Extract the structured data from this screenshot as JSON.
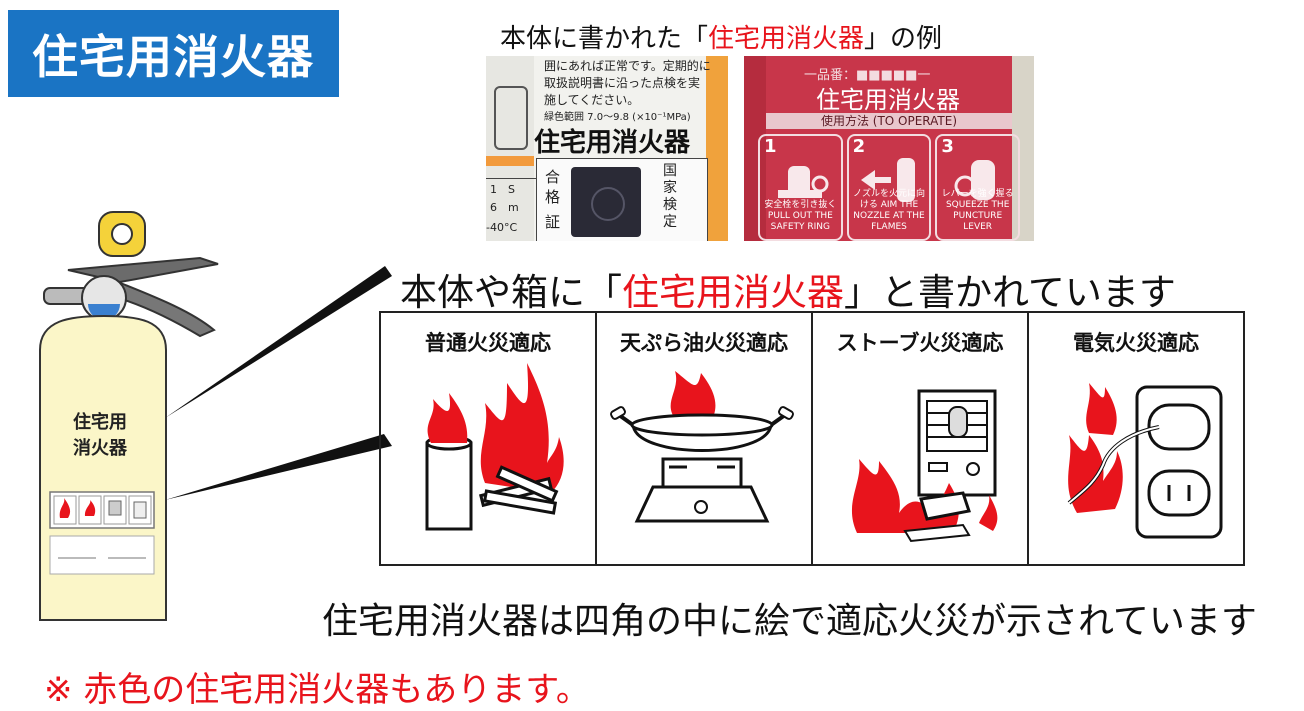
{
  "title": "住宅用消火器",
  "photo_caption": {
    "prefix": "本体に書かれた「",
    "highlight": "住宅用消火器",
    "suffix": "」の例"
  },
  "photo1": {
    "lines": [
      "囲にあれば正常です。定期的に",
      "取扱説明書に沿った点検を実",
      "施してください。",
      "緑色範囲 7.0～9.8 (×10⁻¹MPa)"
    ],
    "title": "住宅用消火器",
    "seal_chars": [
      "合",
      "格",
      "証"
    ],
    "kokka": "国家検定",
    "side_values": [
      "1　S",
      "6　m",
      "-40°C"
    ]
  },
  "photo2": {
    "model": "一品番：■■■■■一",
    "title": "住宅用消火器",
    "operate": "使用方法 (TO OPERATE)",
    "steps": [
      {
        "num": "1",
        "caption": "安全栓を引き抜く PULL OUT THE SAFETY RING"
      },
      {
        "num": "2",
        "caption": "ノズルを火元に向ける AIM THE NOZZLE AT THE FLAMES"
      },
      {
        "num": "3",
        "caption": "レバーを強く握る SQUEEZE THE PUNCTURE LEVER"
      }
    ]
  },
  "main_text": {
    "prefix": "本体や箱に「",
    "highlight": "住宅用消火器",
    "suffix": "」と書かれています"
  },
  "categories": [
    "普通火災適応",
    "天ぷら油火災適応",
    "ストーブ火災適応",
    "電気火災適応"
  ],
  "extinguisher_label": [
    "住宅用",
    "消火器"
  ],
  "bottom_text": "住宅用消火器は四角の中に絵で適応火災が示されています",
  "note": "※ 赤色の住宅用消火器もあります。",
  "colors": {
    "accent_blue": "#1a74c4",
    "flame_red": "#e8141c",
    "extinguisher_body": "#fbf6c8"
  },
  "icons": [
    "flame-icon",
    "pan-icon",
    "stove-icon",
    "outlet-icon"
  ]
}
